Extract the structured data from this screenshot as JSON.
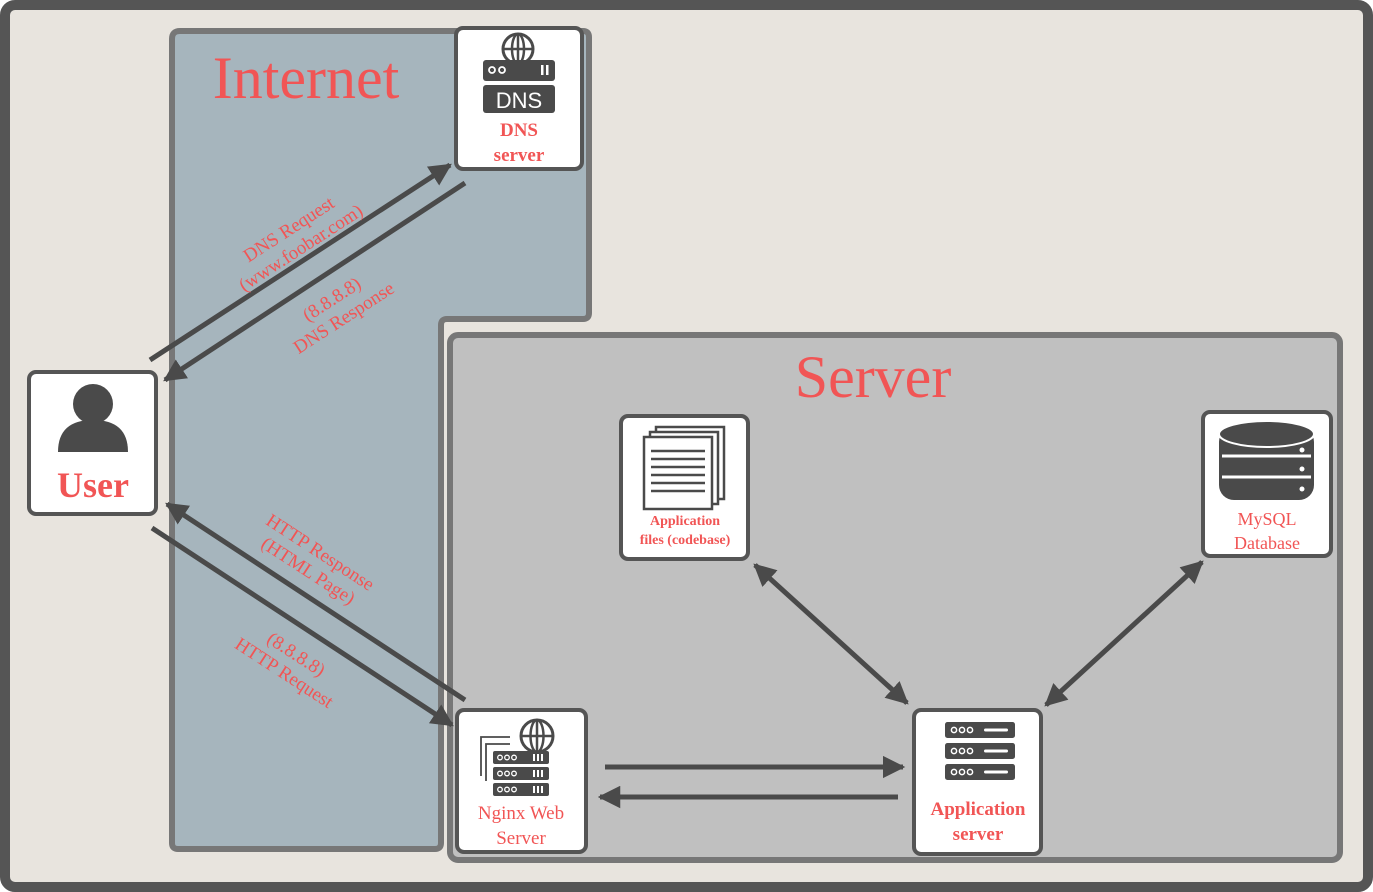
{
  "zones": {
    "internet": "Internet",
    "server": "Server"
  },
  "nodes": {
    "user": "User",
    "dns": [
      "DNS",
      "server"
    ],
    "nginx": [
      "Nginx Web",
      "Server"
    ],
    "app_server": [
      "Application",
      "server"
    ],
    "app_files": [
      "Application",
      "files (codebase)"
    ],
    "mysql": [
      "MySQL",
      "Database"
    ],
    "dns_badge": "DNS"
  },
  "edges": {
    "dns_request": [
      "DNS Request",
      "(www.foobar.com)"
    ],
    "dns_response": [
      "(8.8.8.8)",
      "DNS Response"
    ],
    "http_response": [
      "HTTP Response",
      "(HTML Page)"
    ],
    "http_request": [
      "(8.8.8.8)",
      "HTTP Request"
    ]
  },
  "colors": {
    "frame": "#555555",
    "background": "#e8e4de",
    "internet_zone": "#a6b5bd",
    "server_zone": "#c0c0c0",
    "accent_red": "#f15555",
    "icon_dark": "#4a4a4a"
  }
}
